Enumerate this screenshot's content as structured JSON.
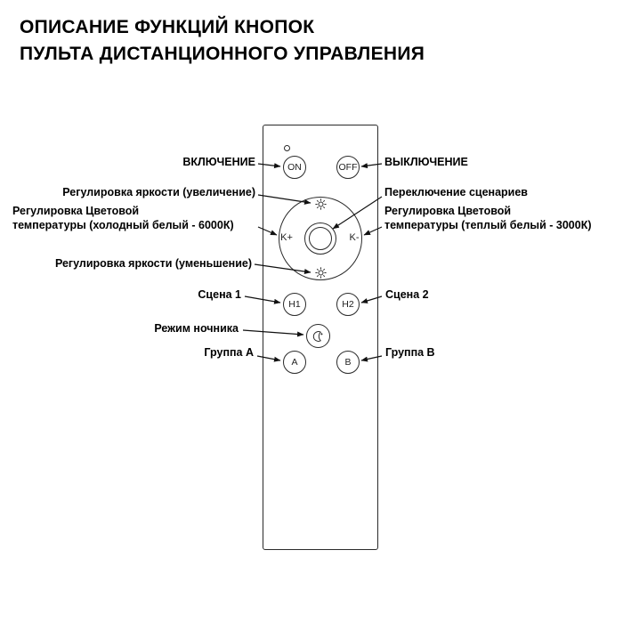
{
  "title": {
    "line1": "ОПИСАНИЕ ФУНКЦИЙ КНОПОК",
    "line2": "ПУЛЬТА ДИСТАНЦИОННОГО УПРАВЛЕНИЯ"
  },
  "remote": {
    "buttons": {
      "on": "ON",
      "off": "OFF",
      "k_plus": "K+",
      "k_minus": "K-",
      "h1": "H1",
      "h2": "H2",
      "a": "A",
      "b": "B"
    },
    "icons": {
      "led": "led-indicator-dot",
      "brightness_up": "sun-rays-icon",
      "brightness_down": "sun-rays-icon",
      "night_mode": "crescent-moon-star-icon"
    },
    "stroke_color": "#2a2a2a"
  },
  "labels": {
    "left": [
      {
        "text": "ВКЛЮЧЕНИЕ"
      },
      {
        "text": "Регулировка яркости (увеличение)"
      },
      {
        "line1": "Регулировка Цветовой",
        "line2": "температуры (холодный белый - 6000К)"
      },
      {
        "text": "Регулировка яркости (уменьшение)"
      },
      {
        "text": "Сцена 1"
      },
      {
        "text": "Режим ночника"
      },
      {
        "text": "Группа A"
      }
    ],
    "right": [
      {
        "text": "ВЫКЛЮЧЕНИЕ"
      },
      {
        "text": "Переключение сценариев"
      },
      {
        "line1": "Регулировка Цветовой",
        "line2": "температуры (теплый белый - 3000К)"
      },
      {
        "text": "Сцена 2"
      },
      {
        "text": "Группа B"
      }
    ]
  }
}
